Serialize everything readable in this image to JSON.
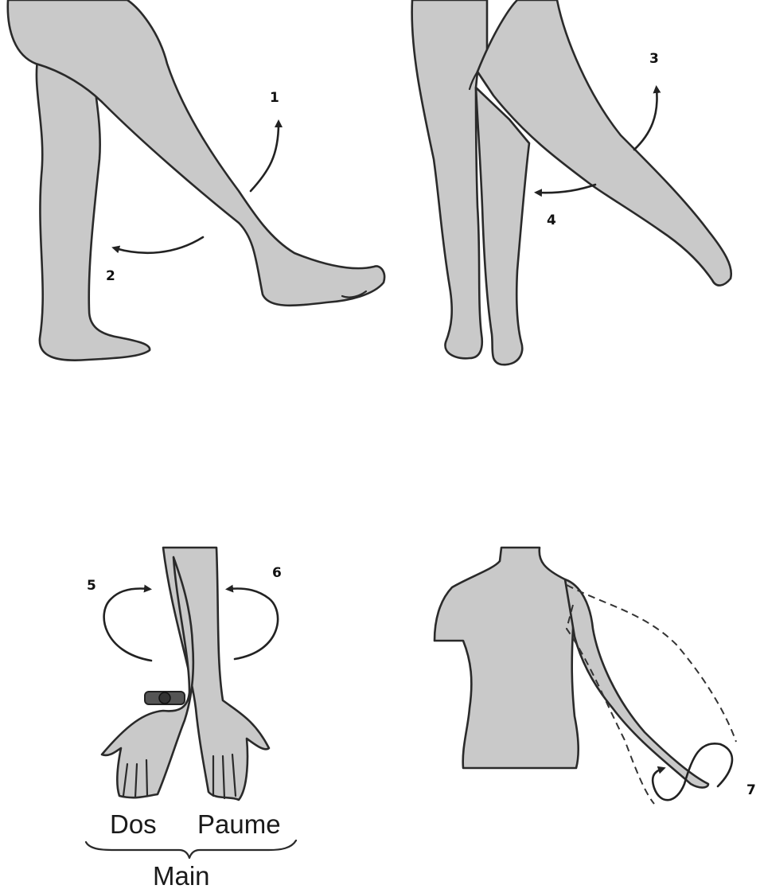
{
  "labels": {
    "n1": "1",
    "n2": "2",
    "n3": "3",
    "n4": "4",
    "n5": "5",
    "n6": "6",
    "n7": "7",
    "dos": "Dos",
    "paume": "Paume",
    "main": "Main"
  }
}
